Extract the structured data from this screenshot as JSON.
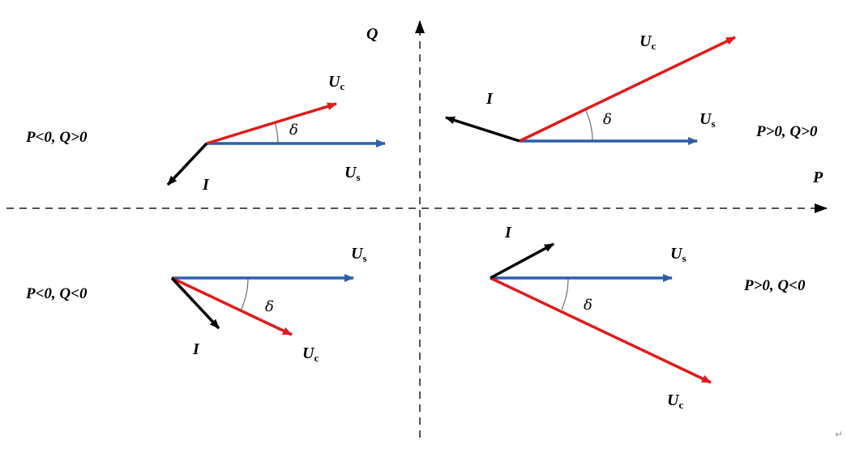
{
  "axes": {
    "p_label": "P",
    "q_label": "Q"
  },
  "vector_labels": {
    "uc_main": "U",
    "uc_sub": "c",
    "us_main": "U",
    "us_sub": "s",
    "current": "I",
    "angle": "δ"
  },
  "quadrants": {
    "top_left": "P<0, Q>0",
    "top_right": "P>0, Q>0",
    "bottom_left": "P<0, Q<0",
    "bottom_right": "P>0, Q<0"
  },
  "corner_mark": "↵",
  "colors": {
    "us": "#2f5faa",
    "uc": "#e01b1b",
    "current": "#000000",
    "axis": "#555555"
  }
}
